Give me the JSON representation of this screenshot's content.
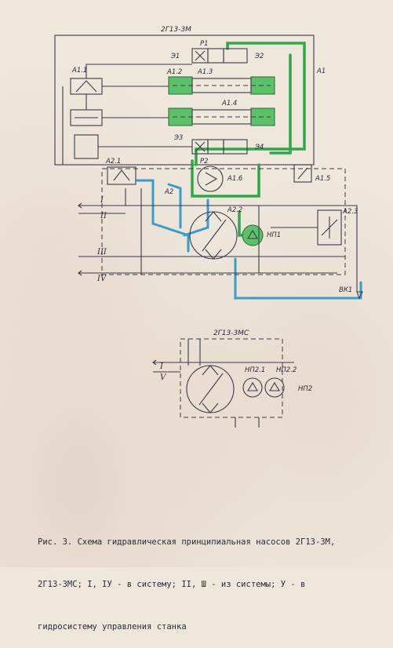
{
  "diagram_top": {
    "title": "2Г13-3М",
    "labels": {
      "a1": "A1",
      "a1_1": "A1.1",
      "a1_2": "A1.2",
      "a1_3": "A1.3",
      "a1_4": "A1.4",
      "a1_5": "A1.5",
      "a1_6": "A1.6",
      "a2": "A2",
      "a2_1": "A2.1",
      "a2_2": "A2.2",
      "a2_3": "A2.3",
      "p1": "P1",
      "p2": "P2",
      "e1": "Э1",
      "e2": "Э2",
      "e3": "Э3",
      "e4": "Э4",
      "np1": "НП1",
      "vk1": "ВК1"
    },
    "lines": {
      "i": "I",
      "ii": "II",
      "iii": "III",
      "iv": "IV"
    }
  },
  "diagram_bottom": {
    "title": "2Г13-3МС",
    "labels": {
      "np2_1": "НП2.1",
      "np2_2": "НП2.2",
      "np2": "НП2"
    },
    "lines": {
      "i": "I",
      "v": "V"
    }
  },
  "caption": {
    "line1": "Рис. 3. Схема гидравлическая принципиальная насосов 2Г13-3М,",
    "line2": "2Г13-3МС; I, IУ - в систему; II, Ш - из системы; У - в",
    "line3": "гидросистему управления станка"
  },
  "colors": {
    "green_line": "#2fa84a",
    "blue_line": "#3a9cc8",
    "ink": "#3a3a4a",
    "paper": "#efe7dc"
  }
}
